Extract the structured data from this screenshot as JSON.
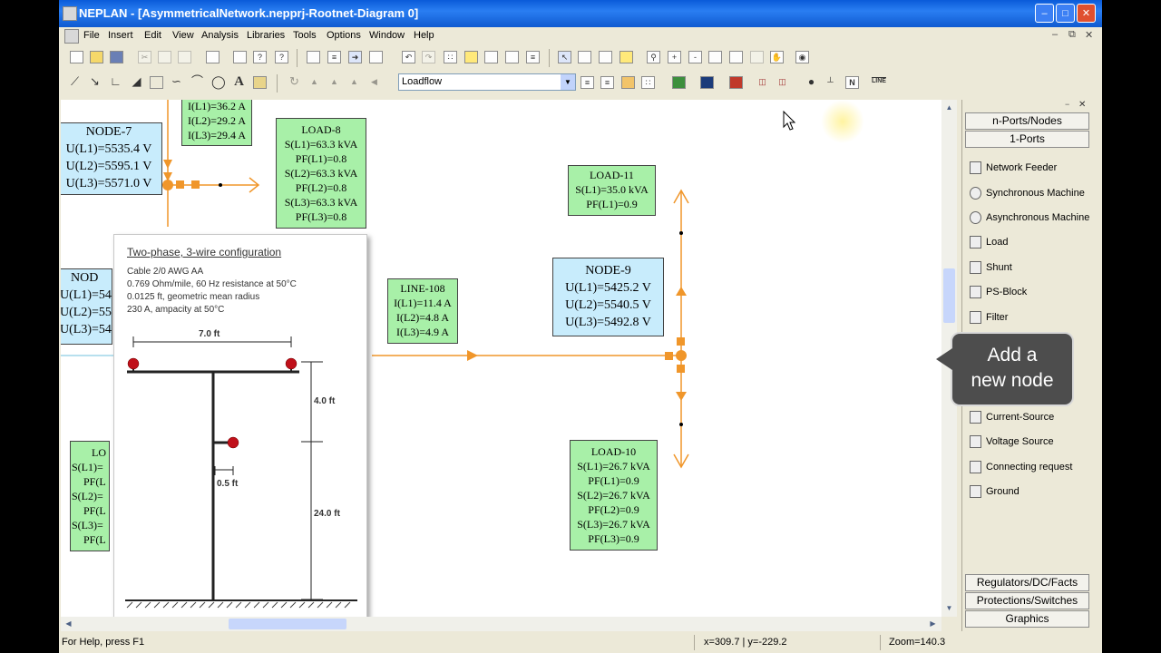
{
  "window": {
    "title": "NEPLAN - [AsymmetricalNetwork.nepprj-Rootnet-Diagram 0]"
  },
  "menu": [
    "File",
    "Insert",
    "Edit",
    "View",
    "Analysis",
    "Libraries",
    "Tools",
    "Options",
    "Window",
    "Help"
  ],
  "toolbar": {
    "analysis_mode": "Loadflow"
  },
  "nodes": {
    "node7": {
      "title": "NODE-7",
      "l1": "U(L1)=5535.4 V",
      "l2": "U(L2)=5595.1 V",
      "l3": "U(L3)=5571.0 V"
    },
    "node9": {
      "title": "NODE-9",
      "l1": "U(L1)=5425.2 V",
      "l2": "U(L2)=5540.5 V",
      "l3": "U(L3)=5492.8 V"
    },
    "node_partial": {
      "title": "NOD",
      "l1": "U(L1)=54",
      "l2": "U(L2)=55",
      "l3": "U(L3)=54"
    }
  },
  "lines": {
    "line_top": {
      "l1": "I(L1)=36.2 A",
      "l2": "I(L2)=29.2 A",
      "l3": "I(L3)=29.4 A"
    },
    "line108": {
      "title": "LINE-108",
      "l1": "I(L1)=11.4 A",
      "l2": "I(L2)=4.8 A",
      "l3": "I(L3)=4.9 A"
    }
  },
  "loads": {
    "load8": {
      "title": "LOAD-8",
      "rows": [
        "S(L1)=63.3 kVA",
        "PF(L1)=0.8",
        "S(L2)=63.3 kVA",
        "PF(L2)=0.8",
        "S(L3)=63.3 kVA",
        "PF(L3)=0.8"
      ]
    },
    "load11": {
      "title": "LOAD-11",
      "rows": [
        "S(L1)=35.0 kVA",
        "PF(L1)=0.9"
      ]
    },
    "load10": {
      "title": "LOAD-10",
      "rows": [
        "S(L1)=26.7 kVA",
        "PF(L1)=0.9",
        "S(L2)=26.7 kVA",
        "PF(L2)=0.9",
        "S(L3)=26.7 kVA",
        "PF(L3)=0.9"
      ]
    },
    "load_partial": {
      "title": "LO",
      "rows": [
        "S(L1)=",
        "PF(L",
        "S(L2)=",
        "PF(L",
        "S(L3)=",
        "PF(L"
      ]
    }
  },
  "popup": {
    "title": "Two-phase, 3-wire configuration",
    "lines": [
      "Cable 2/0 AWG AA",
      "0.769 Ohm/mile, 60 Hz resistance at 50°C",
      "0.0125 ft, geometric mean radius",
      "230 A, ampacity at 50°C"
    ],
    "dim_top": "7.0 ft",
    "dim_upper": "4.0 ft",
    "dim_offset": "0.5 ft",
    "dim_height": "24.0 ft"
  },
  "panel": {
    "headers_top": [
      "n-Ports/Nodes",
      "1-Ports"
    ],
    "items": [
      "Network Feeder",
      "Synchronous Machine",
      "Asynchronous Machine",
      "Load",
      "Shunt",
      "PS-Block",
      "Filter",
      "Current-Source",
      "Voltage Source",
      "Connecting request",
      "Ground"
    ],
    "headers_bottom": [
      "Regulators/DC/Facts",
      "Protections/Switches",
      "Graphics"
    ]
  },
  "callout": {
    "line1": "Add a",
    "line2": "new node"
  },
  "status": {
    "help": "For Help, press F1",
    "coords": "x=309.7 | y=-229.2",
    "zoom": "Zoom=140.3"
  }
}
